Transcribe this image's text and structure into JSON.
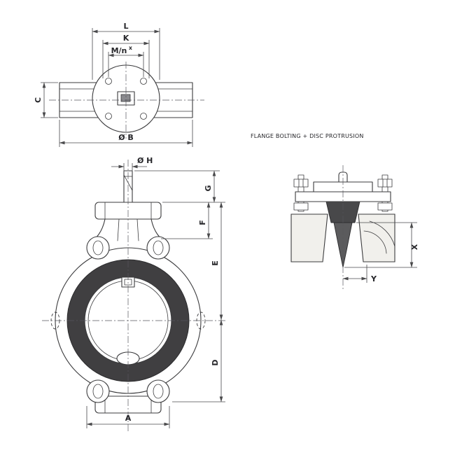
{
  "caption": {
    "text": "FLANGE BOLTING + DISC PROTRUSION"
  },
  "top_view": {
    "dim_L": "L",
    "dim_K": "K",
    "dim_Mn": "M/n",
    "dim_Mn_sup": "x",
    "dim_C": "C",
    "dim_B": "Ø B"
  },
  "front_view": {
    "dim_H": "Ø H",
    "dim_G": "G",
    "dim_F": "F",
    "dim_E": "E",
    "dim_D": "D",
    "dim_A": "A"
  },
  "section_view": {
    "dim_X": "X",
    "dim_Y": "Y"
  },
  "colors": {
    "line": "#3b3b3d",
    "seat_ring": "#403f41",
    "section_seat": "#48484a",
    "section_disc": "#5b5b5d",
    "section_body_fill": "#f1f0ec",
    "background": "#ffffff"
  }
}
